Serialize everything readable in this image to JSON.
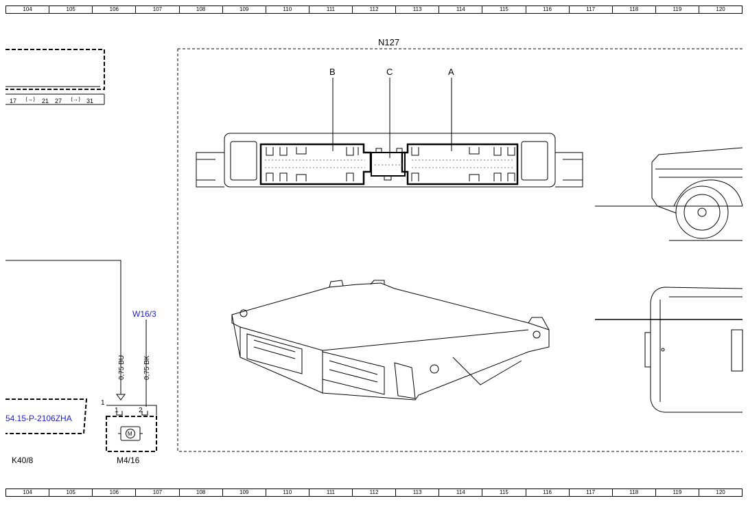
{
  "ruler": [
    "104",
    "105",
    "106",
    "107",
    "108",
    "109",
    "110",
    "111",
    "112",
    "113",
    "114",
    "115",
    "116",
    "117",
    "118",
    "119",
    "120"
  ],
  "module": {
    "name": "N127",
    "connectors": {
      "a": "A",
      "b": "B",
      "c": "C"
    }
  },
  "left_box": {
    "pins": [
      "17",
      "21",
      "27",
      "31"
    ],
    "plug_symbol": "⟨→⟩"
  },
  "ref_link": "54.15-P-2106ZHA",
  "component_k": "K40/8",
  "component_m": "M4/16",
  "ground_ref": "W16/3",
  "wire_1": "0,75 BU",
  "wire_2": "0,75 BK",
  "motor_pins": {
    "p1": "1",
    "p2": "2",
    "outer": "1"
  },
  "motor_symbol": "M",
  "colors": {
    "link": "#1a1adc",
    "line": "#000000"
  }
}
